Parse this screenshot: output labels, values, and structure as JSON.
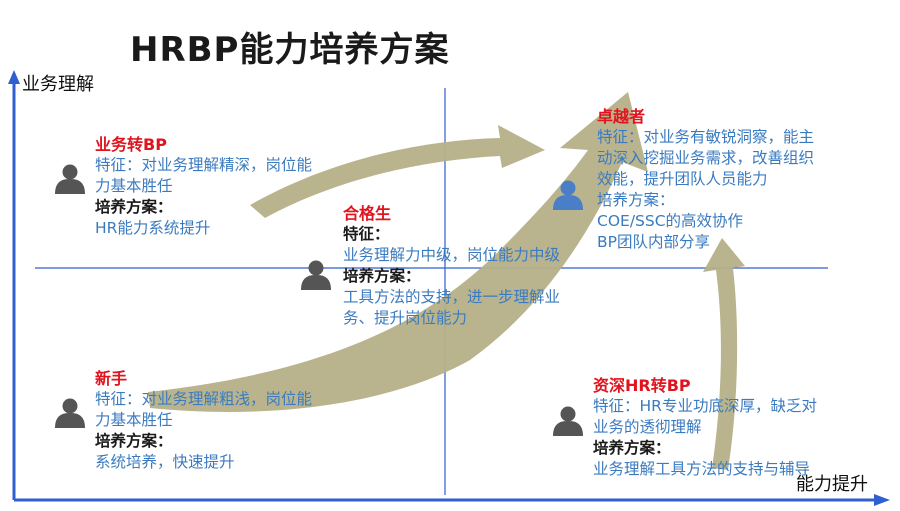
{
  "title": "HRBP能力培养方案",
  "axes": {
    "y_label": "业务理解",
    "x_label": "能力提升"
  },
  "colors": {
    "axis_blue": "#2f5fd0",
    "arrow_fill": "#b5b088",
    "person_gray": "#555555",
    "person_blue": "#4a7fc8",
    "heading_red": "#e0141e",
    "text_blue": "#3a7bc0"
  },
  "groups": {
    "bp_transfer": {
      "heading": "业务转BP",
      "feature_label": "特征：",
      "feature_text": "对业务理解精深，岗位能",
      "feature_text2": "力基本胜任",
      "plan_label": "培养方案：",
      "plan_text": "HR能力系统提升",
      "icon": "person-icon"
    },
    "qualified": {
      "heading": "合格生",
      "feature_label": "特征：",
      "feature_text": "业务理解力中级，岗位能力中级",
      "plan_label": "培养方案：",
      "plan_text": "工具方法的支持，进一步理解业",
      "plan_text2": "务、提升岗位能力",
      "icon": "person-icon"
    },
    "excellent": {
      "heading": "卓越者",
      "feature_label": "特征：",
      "feature_text": "对业务有敏锐洞察，能主",
      "feature_text2": "动深入挖掘业务需求，改善组织",
      "feature_text3": "效能，提升团队人员能力",
      "plan_label": "培养方案：",
      "plan_text": "COE/SSC的高效协作",
      "plan_text2": "BP团队内部分享",
      "icon": "person-icon"
    },
    "novice": {
      "heading": "新手",
      "feature_label": "特征：",
      "feature_text": "对业务理解粗浅，岗位能",
      "feature_text2": "力基本胜任",
      "plan_label": "培养方案：",
      "plan_text": "系统培养，快速提升",
      "icon": "person-icon"
    },
    "senior_hr": {
      "heading": "资深HR转BP",
      "feature_label": "特征：",
      "feature_text": "HR专业功底深厚，缺乏对",
      "feature_text2": "业务的透彻理解",
      "plan_label": "培养方案：",
      "plan_text": "业务理解工具方法的支持与辅导",
      "icon": "person-icon"
    }
  }
}
